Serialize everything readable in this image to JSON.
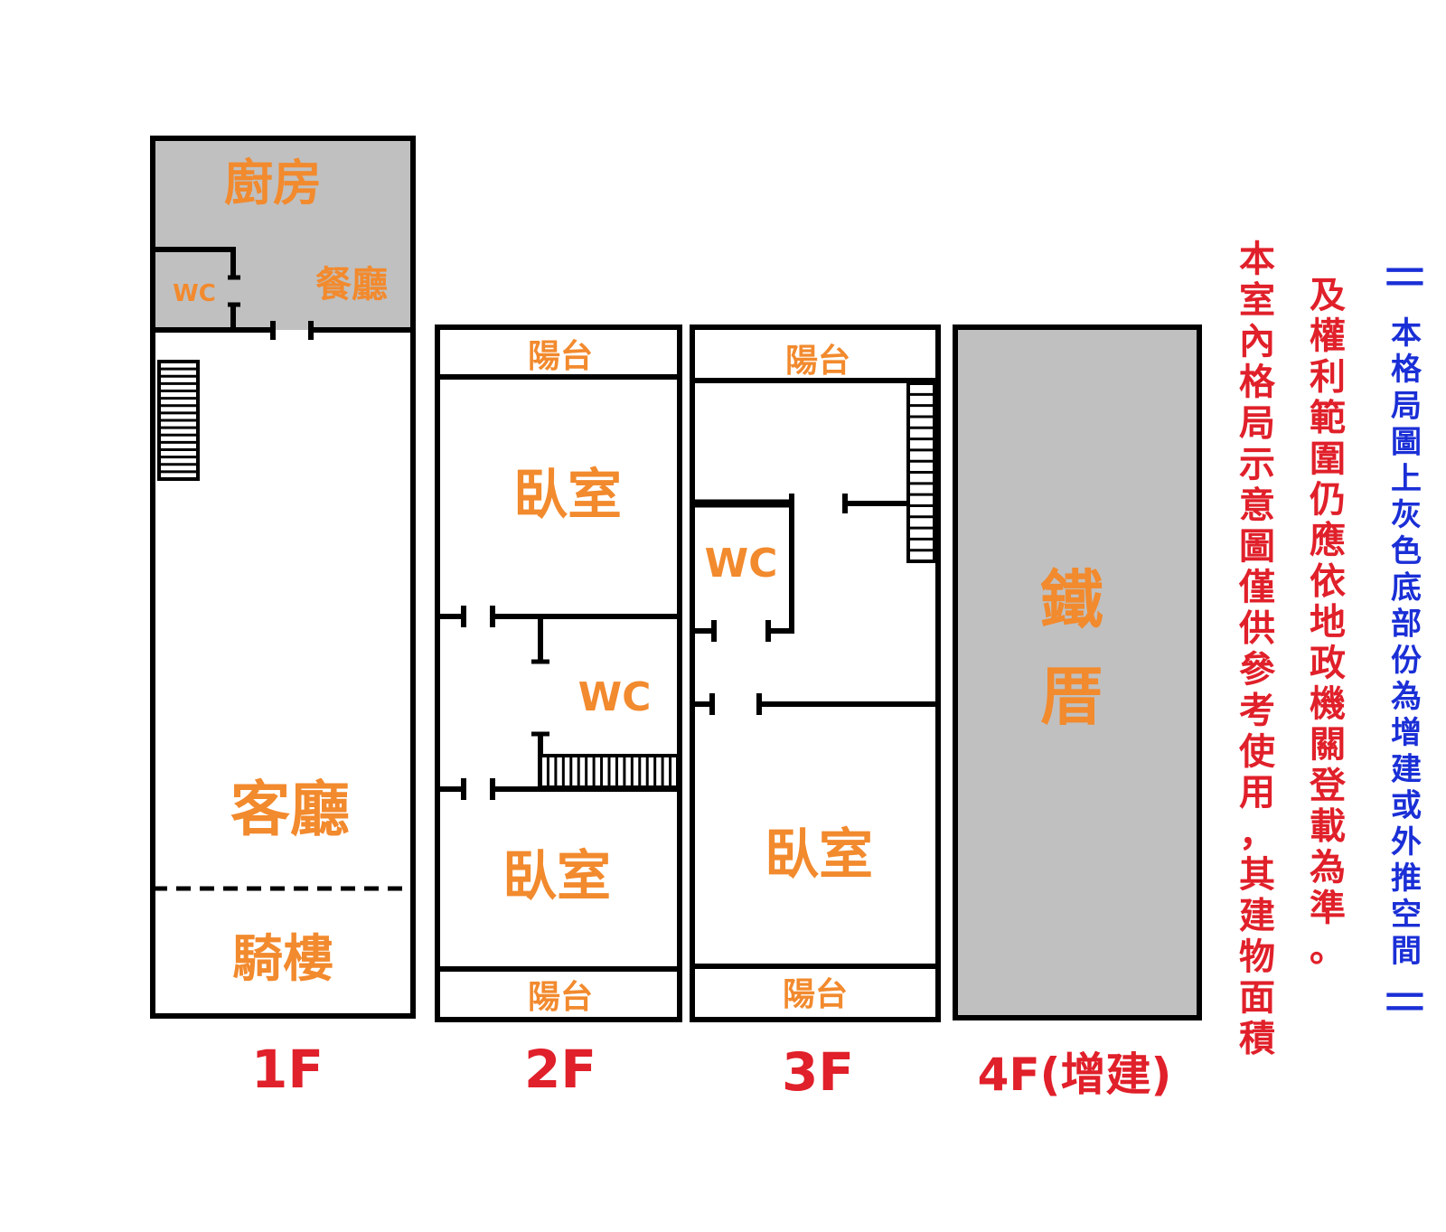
{
  "colors": {
    "wall": "#000000",
    "shaded_area": "#c0c0c0",
    "room_label": "#f28a2e",
    "floor_label": "#e0202a",
    "note_red": "#e0202a",
    "note_blue": "#1a2fd6"
  },
  "floor1": {
    "label": "1F",
    "kitchen": "廚房",
    "dining": "餐廳",
    "wc": "WC",
    "living": "客廳",
    "arcade": "騎樓"
  },
  "floor2": {
    "label": "2F",
    "balcony_top": "陽台",
    "bedroom_top": "臥室",
    "wc": "WC",
    "bedroom_bottom": "臥室",
    "balcony_bottom": "陽台"
  },
  "floor3": {
    "label": "3F",
    "balcony_top": "陽台",
    "wc": "WC",
    "bedroom": "臥室",
    "balcony_bottom": "陽台"
  },
  "floor4": {
    "label": "4F(增建)",
    "room": "鐵厝"
  },
  "notes": {
    "red_col1": "本室內格局示意圖僅供參考使用，其建物面積",
    "red_col2": "及權利範圍仍應依地政機關登載為準。",
    "blue_col": "本格局圖上灰色底部份為增建或外推空間",
    "blue_mark_top": "||",
    "blue_mark_bottom": "||"
  }
}
